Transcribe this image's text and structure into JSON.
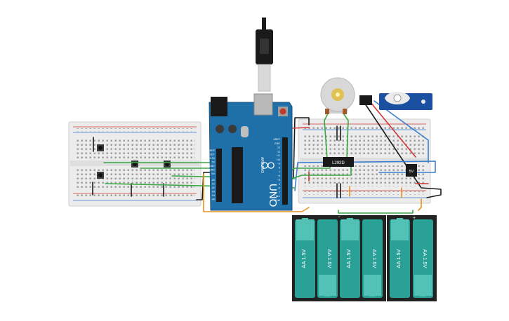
{
  "circuit": {
    "arduino": {
      "brand_label": "ARDUINO",
      "model_label": "UNO",
      "header_labels": [
        "AREF",
        "GND",
        "13",
        "12",
        "~11",
        "~10",
        "~9",
        "8",
        "7",
        "~6",
        "~5",
        "4",
        "~3",
        "2",
        "TX▸1",
        "RX◂0"
      ],
      "power_labels": [
        "IOREF",
        "RESET",
        "3.3V",
        "5V",
        "GND",
        "GND",
        "Vin"
      ],
      "analog_labels": [
        "A0",
        "A1",
        "A2",
        "A3",
        "A4",
        "A5"
      ]
    },
    "motor_driver": {
      "label": "L293D"
    },
    "regulator": {
      "label": "5V"
    },
    "battery_cells": [
      {
        "label": "AA 1.5V"
      },
      {
        "label": "AA 1.5V"
      },
      {
        "label": "AA 1.5V"
      },
      {
        "label": "AA 1.5V"
      },
      {
        "label": "AA 1.5V"
      },
      {
        "label": "AA 1.5V"
      }
    ],
    "battery_terminals": {
      "minus": "−",
      "plus": "+"
    },
    "colors": {
      "arduino_board": "#1f6fa8",
      "breadboard": "#ececec",
      "battery_case": "#222222",
      "battery_cell": "#2aa197",
      "wire_green": "#39a845",
      "wire_orange": "#e8921c",
      "wire_red": "#d13434",
      "wire_blue": "#3a7fd0",
      "wire_black": "#1a1a1a",
      "servo_body": "#1b4fa0"
    }
  }
}
